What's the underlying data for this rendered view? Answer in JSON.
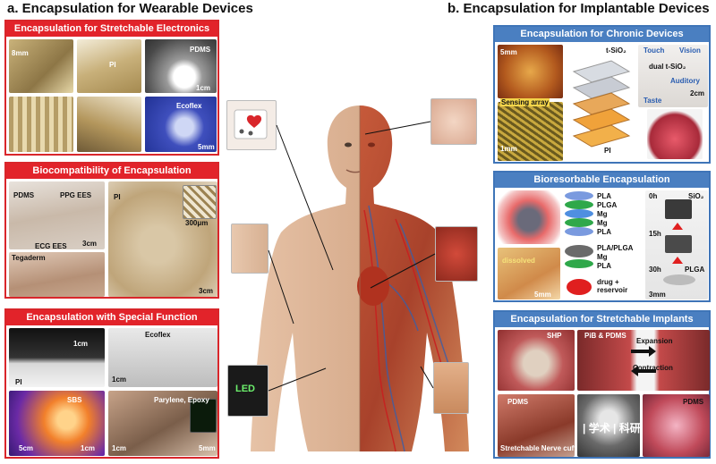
{
  "left_title": "a. Encapsulation for Wearable Devices",
  "right_title": "b. Encapsulation for Implantable Devices",
  "panels": {
    "stretchable_electronics": {
      "title": "Encapsulation for Stretchable Electronics",
      "labels": [
        "8mm",
        "PI",
        "PDMS",
        "1cm",
        "Ecoflex",
        "5mm"
      ]
    },
    "biocompatibility": {
      "title": "Biocompatibility of Encapsulation",
      "labels": [
        "PDMS",
        "PPG EES",
        "ECG EES",
        "3cm",
        "Tegaderm",
        "PI",
        "300μm",
        "3cm"
      ]
    },
    "special_function": {
      "title": "Encapsulation with Special Function",
      "labels": [
        "1cm",
        "PI",
        "Ecoflex",
        "1cm",
        "SBS",
        "5cm",
        "1cm",
        "Parylene, Epoxy",
        "1cm",
        "5mm"
      ]
    },
    "chronic_devices": {
      "title": "Encapsulation for Chronic Devices",
      "labels": [
        "5mm",
        "Sensing array",
        "1mm",
        "t-SiO₂",
        "PI",
        "Touch",
        "Vision",
        "dual t-SiO₂",
        "Auditory",
        "Taste",
        "2cm"
      ]
    },
    "bioresorbable": {
      "title": "Bioresorbable Encapsulation",
      "labels": [
        "dissolved",
        "5mm",
        "PLA",
        "PLGA",
        "Mg",
        "Mg",
        "PLA",
        "PLA/PLGA",
        "Mg",
        "PLA",
        "drug + reservoir",
        "0h",
        "SiO₂",
        "15h",
        "30h",
        "PLGA",
        "3mm"
      ]
    },
    "stretchable_implants": {
      "title": "Encapsulation for Stretchable Implants",
      "labels": [
        "SHP",
        "PiB & PDMS",
        "Expansion",
        "Contraction",
        "PDMS",
        "Stretchable Nerve cuff",
        "PDMS"
      ]
    }
  },
  "center": {
    "led_label": "LED"
  },
  "watermark": "| 学术 | 科研",
  "colors": {
    "wearable_accent": "#e2232a",
    "implantable_accent": "#4a7fc1"
  }
}
